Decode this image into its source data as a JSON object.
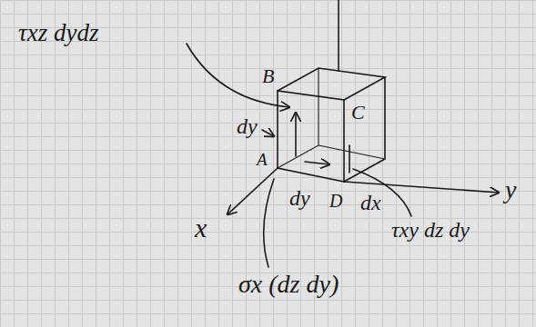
{
  "diagram": {
    "labels": [
      "τxz dydz",
      "B",
      "C",
      "dy",
      "A",
      "dy",
      "D",
      "dx",
      "x",
      "y",
      "τxy dz dy",
      "σx (dz dy)"
    ]
  }
}
